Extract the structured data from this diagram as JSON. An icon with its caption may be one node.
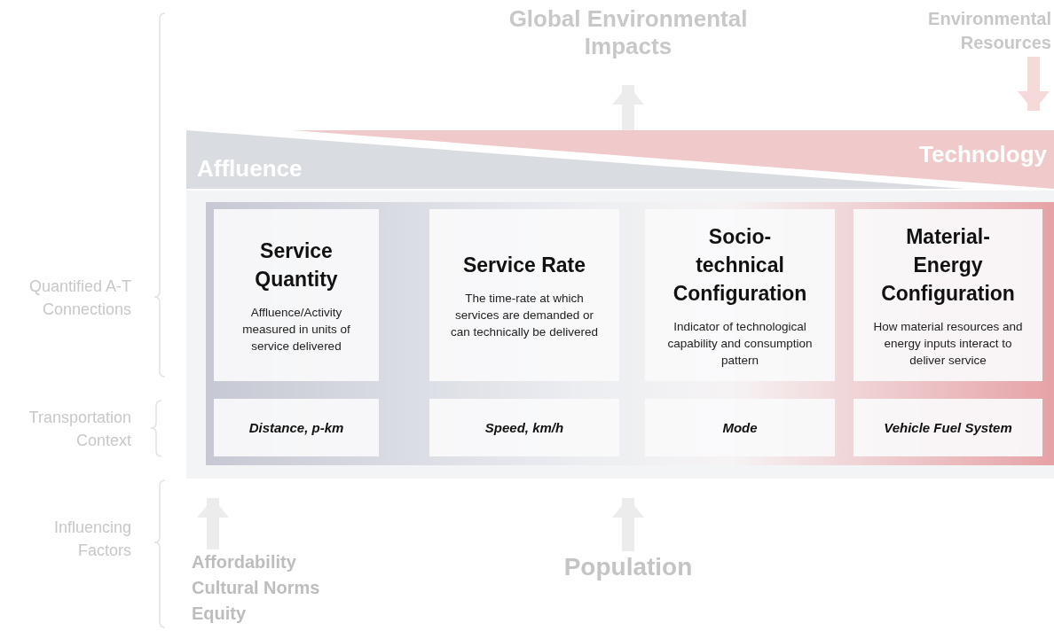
{
  "diagram": {
    "nodes": [
      {
        "text": [],
        "shape": "box"
      },
      {
        "text": [
          "Service Quantity",
          "Affluence/Activity measured in units of service delivered"
        ],
        "in": 0
      },
      {
        "text": [
          "Service Rate",
          "The time-rate at which services are demanded or can technically be delivered"
        ],
        "in": 0
      },
      {
        "text": [
          "Socio-technical Configuration",
          "Indicator of technological capability and consumption pattern"
        ],
        "in": 0
      },
      {
        "text": [
          "Material-Energy Configuration",
          "How material resources and energy inputs interact to deliver service"
        ],
        "in": 0
      },
      {
        "text": [
          "Distance, p-km"
        ],
        "in": 0
      },
      {
        "text": [
          "Speed, km/h"
        ],
        "in": 0
      },
      {
        "text": [
          "Mode"
        ],
        "in": 0
      },
      {
        "text": [
          "Vehicle Fuel System"
        ],
        "in": 0
      },
      {
        "text": [
          "Affluence"
        ]
      },
      {
        "text": [
          "Technology"
        ]
      },
      {
        "text": [
          "Global Environmental Impacts"
        ]
      },
      {
        "text": [
          "Environmental Resources"
        ]
      },
      {
        "text": [
          "Affordability",
          "Cultural Norms",
          "Equity"
        ]
      },
      {
        "text": [
          "Population"
        ]
      }
    ],
    "edges": [
      {
        "from": 10,
        "to": 11,
        "arrow": "to"
      },
      {
        "from": 12,
        "to": 10,
        "arrow": "to",
        "color": "#f6d9d9"
      },
      {
        "from": 13,
        "to": 0,
        "arrow": "to"
      },
      {
        "from": 14,
        "to": 0,
        "arrow": "to"
      }
    ],
    "labels": [
      "Quantified A-T Connections",
      "Transportation Context",
      "Influencing Factors"
    ]
  }
}
